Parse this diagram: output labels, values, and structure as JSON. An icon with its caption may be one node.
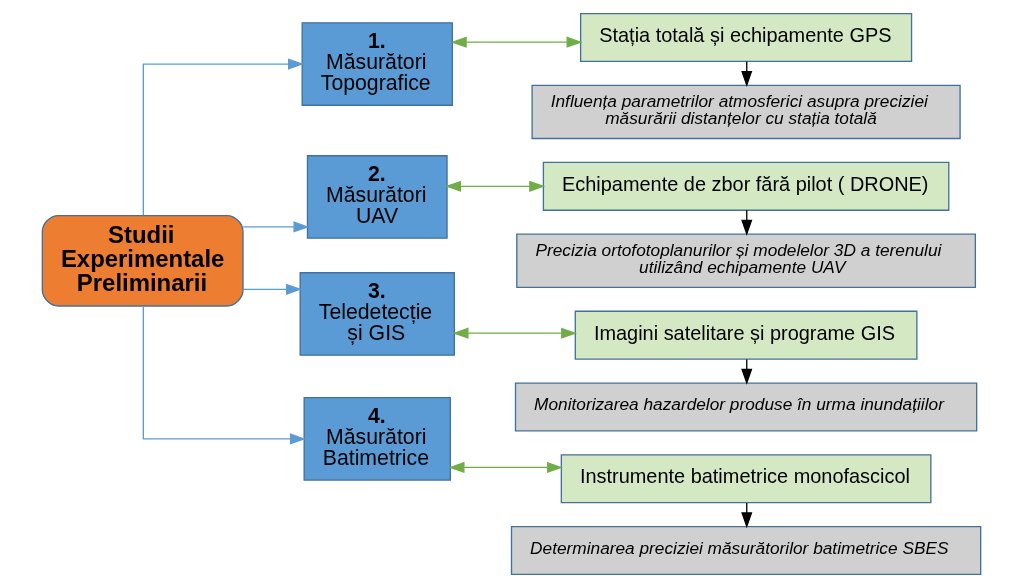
{
  "diagram": {
    "nodes": [
      {
        "text": [
          "Studii Experimentale Preliminarii"
        ]
      },
      {
        "text": [
          "**1.** Măsurători Topografice"
        ]
      },
      {
        "text": [
          "Stația totală și echipamente GPS"
        ]
      },
      {
        "text": [
          "Influența parametrilor atmosferici asupra preciziei măsurării distanțelor cu stația totală"
        ]
      },
      {
        "text": [
          "**2.** Măsurători UAV"
        ]
      },
      {
        "text": [
          "Echipamente de zbor fără pilot ( DRONE)"
        ]
      },
      {
        "text": [
          "Precizia ortofotoplanurilor și modelelor 3D a terenului utilizând echipamente UAV"
        ]
      },
      {
        "text": [
          "**3.** Teledetecție și GIS"
        ]
      },
      {
        "text": [
          "Imagini satelitare și programe GIS"
        ]
      },
      {
        "text": [
          "Monitorizarea hazardelor produse în urma inundațiilor"
        ]
      },
      {
        "text": [
          "**4.** Măsurători Batimetrice"
        ]
      },
      {
        "text": [
          "Instrumente batimetrice monofascicol"
        ]
      },
      {
        "text": [
          "Determinarea preciziei măsurătorilor batimetrice SBES"
        ]
      }
    ],
    "edges": [
      {
        "from": 0,
        "to": 1,
        "arrow": "to"
      },
      {
        "from": 0,
        "to": 4,
        "arrow": "to"
      },
      {
        "from": 0,
        "to": 7,
        "arrow": "to"
      },
      {
        "from": 0,
        "to": 10,
        "arrow": "to"
      },
      {
        "from": 1,
        "to": 2,
        "arrow": "both",
        "color": "#70ad47"
      },
      {
        "from": 2,
        "to": 3,
        "arrow": "to",
        "color": "#000000"
      },
      {
        "from": 4,
        "to": 5,
        "arrow": "both",
        "color": "#70ad47"
      },
      {
        "from": 5,
        "to": 6,
        "arrow": "to",
        "color": "#000000"
      },
      {
        "from": 7,
        "to": 8,
        "arrow": "both",
        "color": "#70ad47"
      },
      {
        "from": 8,
        "to": 9,
        "arrow": "to",
        "color": "#000000"
      },
      {
        "from": 10,
        "to": 11,
        "arrow": "both",
        "color": "#70ad47"
      },
      {
        "from": 11,
        "to": 12,
        "arrow": "to",
        "color": "#000000"
      }
    ]
  }
}
